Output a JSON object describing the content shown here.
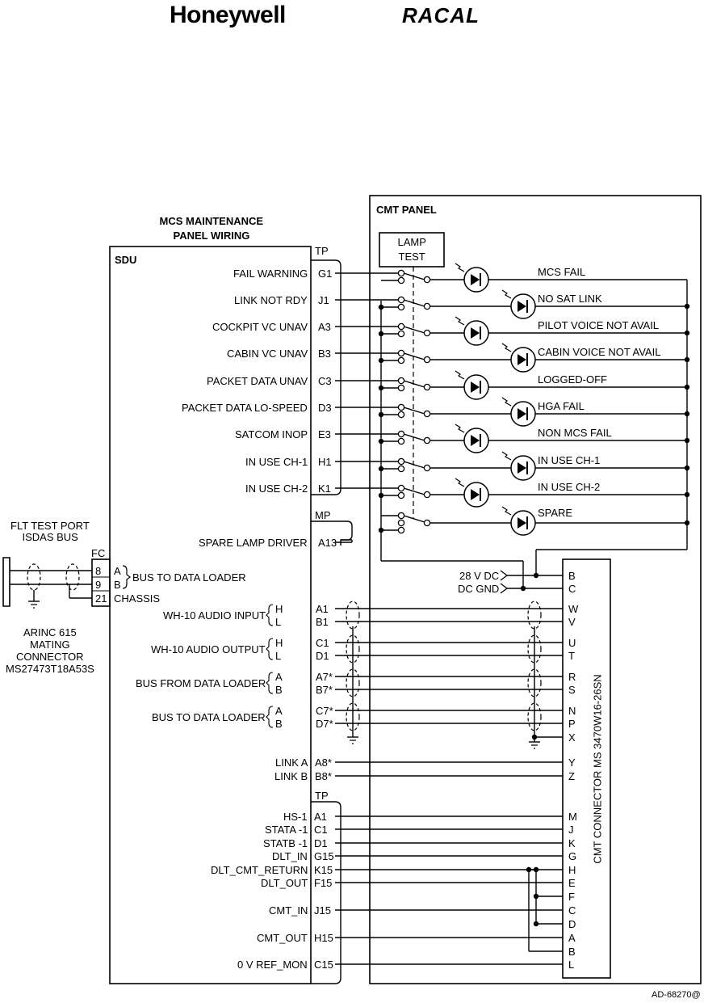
{
  "logos": {
    "left": "Honeywell",
    "right": "RACAL"
  },
  "mcs_heading": [
    "MCS MAINTENANCE",
    "PANEL WIRING"
  ],
  "cmt_panel_title": "CMT PANEL",
  "sdu_title": "SDU",
  "lamp_test": [
    "LAMP",
    "TEST"
  ],
  "tp_label": "TP",
  "mp_label": "MP",
  "fc_label": "FC",
  "top_signals": [
    {
      "name": "FAIL WARNING",
      "pin": "G1",
      "lamp": "MCS FAIL"
    },
    {
      "name": "LINK NOT RDY",
      "pin": "J1",
      "lamp": "NO SAT LINK"
    },
    {
      "name": "COCKPIT VC UNAV",
      "pin": "A3",
      "lamp": "PILOT VOICE NOT AVAIL"
    },
    {
      "name": "CABIN VC UNAV",
      "pin": "B3",
      "lamp": "CABIN VOICE NOT AVAIL"
    },
    {
      "name": "PACKET DATA UNAV",
      "pin": "C3",
      "lamp": "LOGGED-OFF"
    },
    {
      "name": "PACKET DATA LO-SPEED",
      "pin": "D3",
      "lamp": "HGA FAIL"
    },
    {
      "name": "SATCOM INOP",
      "pin": "E3",
      "lamp": "NON MCS FAIL"
    },
    {
      "name": "IN USE CH-1",
      "pin": "H1",
      "lamp": "IN USE CH-1"
    },
    {
      "name": "IN USE CH-2",
      "pin": "K1",
      "lamp": "IN USE CH-2"
    }
  ],
  "spare_lamp": {
    "name": "SPARE LAMP DRIVER",
    "pin": "A13",
    "lamp": "SPARE"
  },
  "flt_test": {
    "title": [
      "FLT TEST PORT",
      "ISDAS BUS"
    ],
    "pins": [
      "8",
      "9",
      "21"
    ],
    "pin_letters": [
      "A",
      "B"
    ],
    "bus_label": "BUS TO DATA LOADER",
    "chassis": "CHASSIS",
    "connector": [
      "ARINC 615",
      "MATING",
      "CONNECTOR",
      "MS27473T18A53S"
    ]
  },
  "power": {
    "dc28": "28 V DC",
    "dcgnd": "DC GND",
    "pins": [
      "B",
      "C"
    ]
  },
  "pairs": [
    {
      "name": "WH-10 AUDIO INPUT",
      "legs": [
        "H",
        "L"
      ],
      "pins": [
        "A1",
        "B1"
      ],
      "cmt": [
        "W",
        "V"
      ]
    },
    {
      "name": "WH-10 AUDIO OUTPUT",
      "legs": [
        "H",
        "L"
      ],
      "pins": [
        "C1",
        "D1"
      ],
      "cmt": [
        "U",
        "T"
      ]
    },
    {
      "name": "BUS FROM DATA LOADER",
      "legs": [
        "A",
        "B"
      ],
      "pins": [
        "A7*",
        "B7*"
      ],
      "cmt": [
        "R",
        "S"
      ]
    },
    {
      "name": "BUS TO DATA LOADER",
      "legs": [
        "A",
        "B"
      ],
      "pins": [
        "C7*",
        "D7*"
      ],
      "cmt": [
        "N",
        "P"
      ]
    }
  ],
  "shield_x": "X",
  "links": [
    {
      "name": "LINK A",
      "pin": "A8*",
      "cmt": "Y"
    },
    {
      "name": "LINK B",
      "pin": "B8*",
      "cmt": "Z"
    }
  ],
  "bottom_signals": [
    {
      "name": "HS-1",
      "pin": "A1"
    },
    {
      "name": "STATA -1",
      "pin": "C1"
    },
    {
      "name": "STATB -1",
      "pin": "D1"
    },
    {
      "name": "DLT_IN",
      "pin": "G15"
    },
    {
      "name": "DLT_CMT_RETURN",
      "pin": "K15"
    },
    {
      "name": "DLT_OUT",
      "pin": "F15"
    },
    {
      "name": "CMT_IN",
      "pin": "J15"
    },
    {
      "name": "CMT_OUT",
      "pin": "H15"
    },
    {
      "name": "0 V REF_MON",
      "pin": "C15"
    }
  ],
  "bottom_cmt_pins": [
    "M",
    "J",
    "K",
    "G",
    "H",
    "E",
    "F",
    "C",
    "D",
    "A",
    "B",
    "L"
  ],
  "cmt_connector": "CMT CONNECTOR MS 3470W16-26SN",
  "figure_id": "AD-68270@"
}
